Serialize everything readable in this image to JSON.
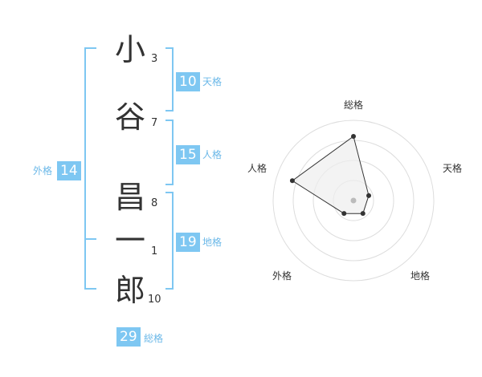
{
  "name": {
    "characters": [
      {
        "char": "小",
        "strokes": "3"
      },
      {
        "char": "谷",
        "strokes": "7"
      },
      {
        "char": "昌",
        "strokes": "8"
      },
      {
        "char": "一",
        "strokes": "1"
      },
      {
        "char": "郎",
        "strokes": "10"
      }
    ]
  },
  "fortune": {
    "tenkaku": {
      "value": "10",
      "label": "天格"
    },
    "jinkaku": {
      "value": "15",
      "label": "人格"
    },
    "chikaku": {
      "value": "19",
      "label": "地格"
    },
    "gaikaku": {
      "value": "14",
      "label": "外格"
    },
    "soukaku": {
      "value": "29",
      "label": "総格"
    }
  },
  "chart_data": {
    "type": "radar",
    "axes": [
      "総格",
      "天格",
      "地格",
      "外格",
      "人格"
    ],
    "values": [
      4,
      1,
      1,
      1,
      4
    ],
    "max": 5,
    "rings": 4
  },
  "colors": {
    "accent": "#7ec7f2",
    "accent_text": "#6bb8e8",
    "text": "#333333",
    "grid": "#dddddd",
    "polygon_fill": "#eeeeee",
    "polygon_stroke": "#333333"
  }
}
